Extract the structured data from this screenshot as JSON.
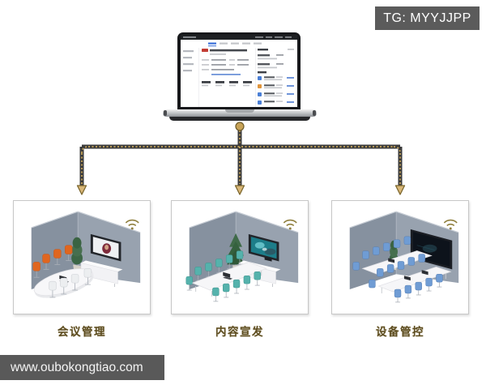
{
  "badge": {
    "label": "TG: MYYJJPP"
  },
  "watermark": {
    "text": "www.oubokongtiao.com"
  },
  "hub": {
    "description_icon": "laptop-admin-console-icon"
  },
  "rooms": [
    {
      "label": "会议管理",
      "icon": "wifi-icon",
      "chair_color": "#e0661f"
    },
    {
      "label": "内容宣发",
      "icon": "wifi-icon",
      "chair_color": "#55b2ac"
    },
    {
      "label": "设备管控",
      "icon": "wifi-icon",
      "chair_color": "#6f9cd4"
    }
  ],
  "colors": {
    "connector_line": "#3b3b3b",
    "connector_dots": "#c9a75a",
    "arrow_fill": "#d9b778",
    "label_text": "#5c4c20",
    "badge_bg": "#5b5b5b",
    "watermark_bg": "#595959",
    "wall_left": "#86919f",
    "wall_right": "#98a2af",
    "screen_link_blue": "#3a6fd8",
    "screen_tag_red": "#c23b33"
  }
}
